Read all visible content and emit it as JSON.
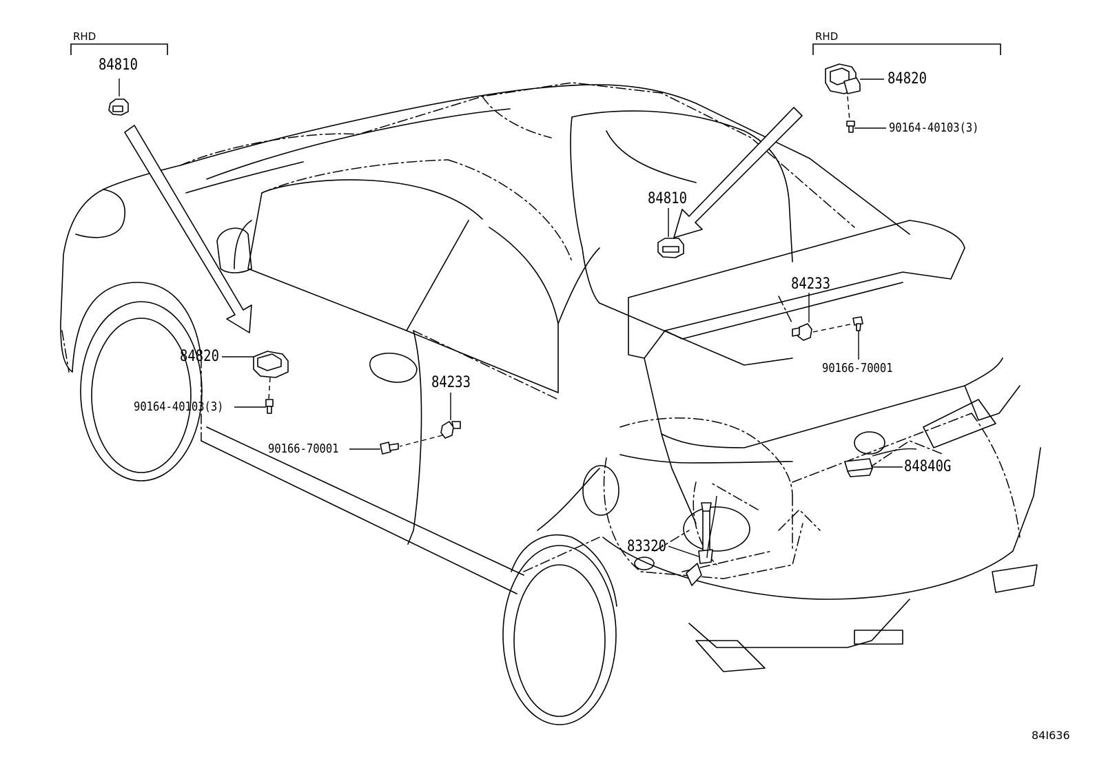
{
  "labels": {
    "rhd_left": "RHD",
    "rhd_right": "RHD",
    "p84810_inset": "84810",
    "p84820_inset": "84820",
    "p90164_inset": "90164-40103(3)",
    "p84810_main": "84810",
    "p84233_hatch": "84233",
    "p90166_hatch": "90166-70001",
    "p84820_door": "84820",
    "p90164_door": "90164-40103(3)",
    "p84233_door": "84233",
    "p90166_door": "90166-70001",
    "p84840g": "84840G",
    "p83320": "83320",
    "drawing_code": "84I636"
  }
}
